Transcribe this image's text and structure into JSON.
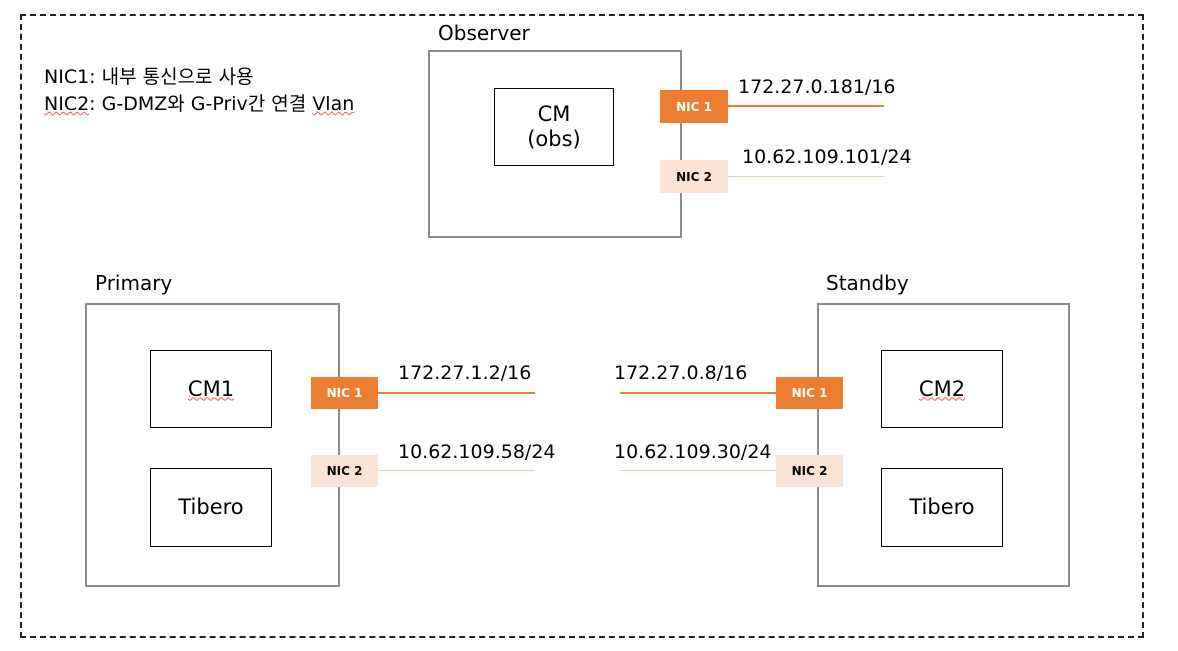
{
  "legend": {
    "nic1_key": "NIC1",
    "nic1_desc": ": 내부 통신으로 사용",
    "nic2_key": "NIC2",
    "nic2_desc": ": G-DMZ와 G-Priv간 연결 ",
    "nic2_tail": "Vlan"
  },
  "observer": {
    "title": "Observer",
    "cm_line1": "CM",
    "cm_line2": "(obs)",
    "nic1": "NIC 1",
    "nic2": "NIC 2",
    "nic1_ip": "172.27.0.181/16",
    "nic2_ip": "10.62.109.101/24"
  },
  "primary": {
    "title": "Primary",
    "cm": "CM1",
    "db": "Tibero",
    "nic1": "NIC 1",
    "nic2": "NIC 2",
    "nic1_ip": "172.27.1.2/16",
    "nic2_ip": "10.62.109.58/24"
  },
  "standby": {
    "title": "Standby",
    "cm": "CM2",
    "db": "Tibero",
    "nic1": "NIC 1",
    "nic2": "NIC 2",
    "nic1_ip": "172.27.0.8/16",
    "nic2_ip": "10.62.109.30/24"
  },
  "colors": {
    "nic1": "#ed7d31",
    "nic2": "#fbe4d5",
    "host_border": "#8c8c8c"
  }
}
